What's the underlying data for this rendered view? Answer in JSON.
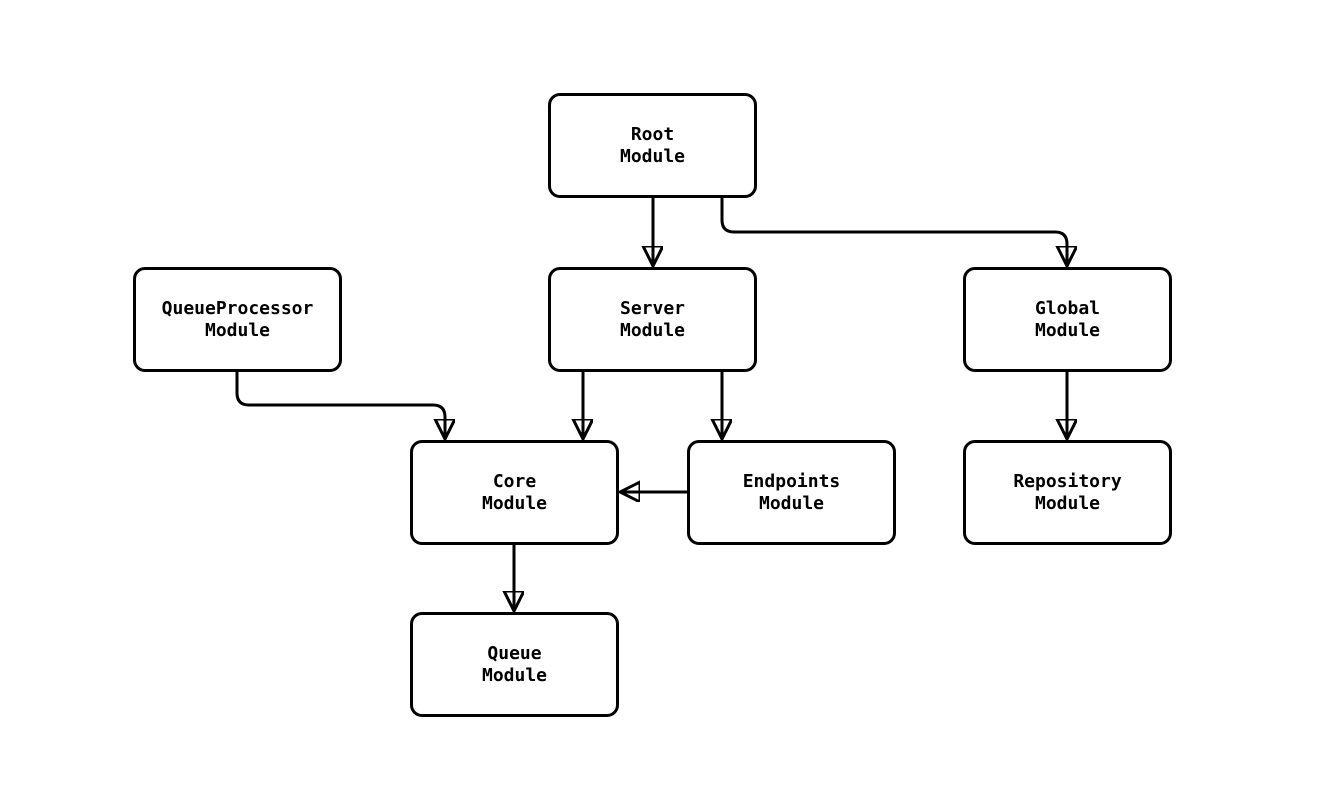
{
  "diagram": {
    "type": "module-dependency-graph",
    "colors": {
      "background": "#ffffff",
      "node_fill": "#ffffff",
      "node_stroke": "#000000",
      "edge_stroke": "#000000",
      "text": "#000000"
    },
    "nodes": {
      "root": {
        "line1": "Root",
        "line2": "Module"
      },
      "queueprocessor": {
        "line1": "QueueProcessor",
        "line2": "Module"
      },
      "server": {
        "line1": "Server",
        "line2": "Module"
      },
      "global": {
        "line1": "Global",
        "line2": "Module"
      },
      "core": {
        "line1": "Core",
        "line2": "Module"
      },
      "endpoints": {
        "line1": "Endpoints",
        "line2": "Module"
      },
      "repository": {
        "line1": "Repository",
        "line2": "Module"
      },
      "queue": {
        "line1": "Queue",
        "line2": "Module"
      }
    },
    "edges": [
      {
        "from": "Root Module",
        "to": "Server Module"
      },
      {
        "from": "Root Module",
        "to": "Global Module"
      },
      {
        "from": "QueueProcessor Module",
        "to": "Core Module"
      },
      {
        "from": "Server Module",
        "to": "Core Module"
      },
      {
        "from": "Server Module",
        "to": "Endpoints Module"
      },
      {
        "from": "Endpoints Module",
        "to": "Core Module"
      },
      {
        "from": "Global Module",
        "to": "Repository Module"
      },
      {
        "from": "Core Module",
        "to": "Queue Module"
      }
    ]
  }
}
